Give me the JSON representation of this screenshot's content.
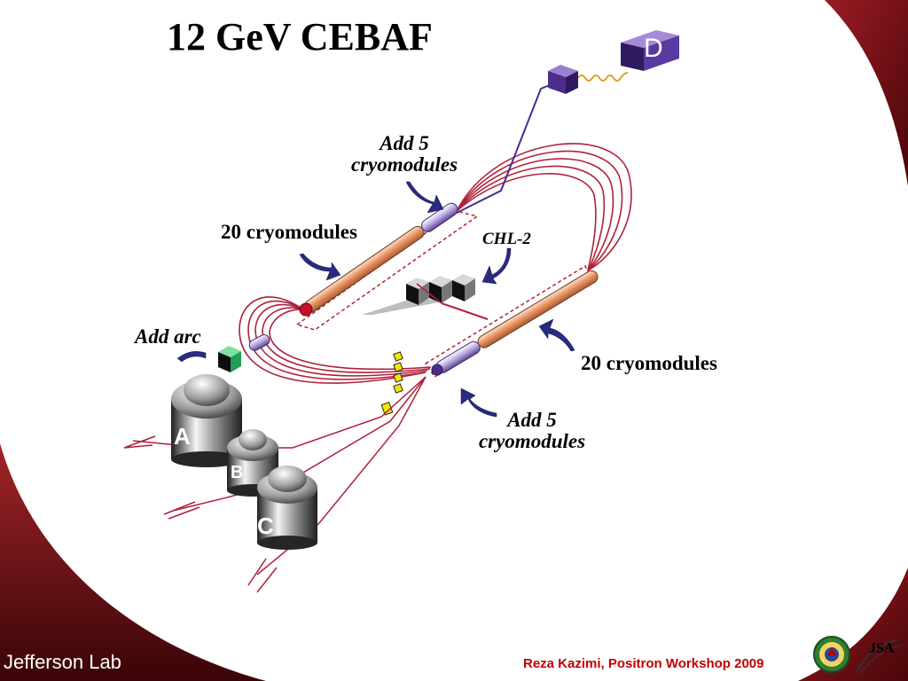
{
  "slide": {
    "title": "12 GeV CEBAF"
  },
  "diagram": {
    "labels": {
      "add5_top_line1": "Add 5",
      "add5_top_line2": "cryomodules",
      "chl2": "CHL-2",
      "cryo20_left": "20 cryomodules",
      "cryo20_right": "20 cryomodules",
      "add_arc": "Add arc",
      "add5_bottom_line1": "Add 5",
      "add5_bottom_line2": "cryomodules"
    },
    "halls": {
      "a": "A",
      "b": "B",
      "c": "C",
      "d": "D"
    },
    "colors": {
      "beamline": "#b0203a",
      "linac_copper": "#e8a27a",
      "arrow_blue": "#2a2a80",
      "hall_d_purple": "#5a2d8c",
      "brand_maroon": "#7a0f18"
    }
  },
  "footer": {
    "logo_text": "Jefferson Lab",
    "credit": "Reza Kazimi, Positron Workshop 2009",
    "jsa_logo": "JSA"
  }
}
